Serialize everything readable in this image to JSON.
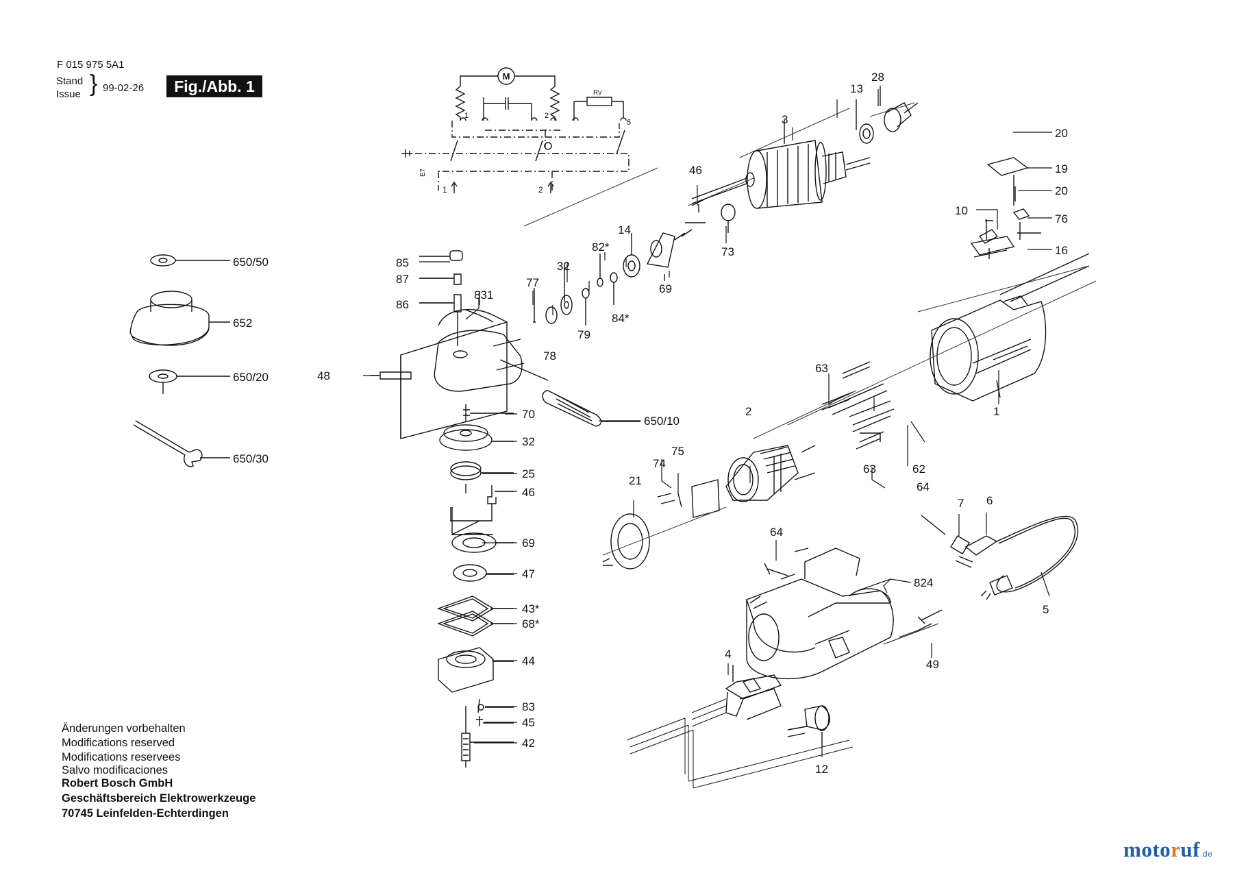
{
  "header": {
    "doc_number": "F 015 975 5A1",
    "stand": "Stand",
    "issue": "Issue",
    "date": "99-02-26",
    "fig": "Fig./Abb. 1"
  },
  "schematic": {
    "motor": "M",
    "resistor": "Rv",
    "terminals": [
      "1",
      "2",
      "5"
    ],
    "supply": [
      "1",
      "2"
    ],
    "ground": "E7"
  },
  "parts": [
    {
      "id": "p650_50",
      "label": "650/50"
    },
    {
      "id": "p652",
      "label": "652"
    },
    {
      "id": "p650_20",
      "label": "650/20"
    },
    {
      "id": "p650_30",
      "label": "650/30"
    },
    {
      "id": "p85",
      "label": "85"
    },
    {
      "id": "p87",
      "label": "87"
    },
    {
      "id": "p86",
      "label": "86"
    },
    {
      "id": "p831",
      "label": "831"
    },
    {
      "id": "p48",
      "label": "48"
    },
    {
      "id": "p70",
      "label": "70"
    },
    {
      "id": "p650_10",
      "label": "650/10"
    },
    {
      "id": "p32a",
      "label": "32"
    },
    {
      "id": "p25",
      "label": "25"
    },
    {
      "id": "p46a",
      "label": "46"
    },
    {
      "id": "p69a",
      "label": "69"
    },
    {
      "id": "p47",
      "label": "47"
    },
    {
      "id": "p43",
      "label": "43*"
    },
    {
      "id": "p68",
      "label": "68*"
    },
    {
      "id": "p44",
      "label": "44"
    },
    {
      "id": "p83",
      "label": "83"
    },
    {
      "id": "p45",
      "label": "45"
    },
    {
      "id": "p42",
      "label": "42"
    },
    {
      "id": "p77",
      "label": "77"
    },
    {
      "id": "p32b",
      "label": "32"
    },
    {
      "id": "p78",
      "label": "78"
    },
    {
      "id": "p79",
      "label": "79"
    },
    {
      "id": "p82",
      "label": "82*"
    },
    {
      "id": "p84",
      "label": "84*"
    },
    {
      "id": "p14",
      "label": "14"
    },
    {
      "id": "p69b",
      "label": "69"
    },
    {
      "id": "p46b",
      "label": "46"
    },
    {
      "id": "p73",
      "label": "73"
    },
    {
      "id": "p3",
      "label": "3"
    },
    {
      "id": "p13",
      "label": "13"
    },
    {
      "id": "p28",
      "label": "28"
    },
    {
      "id": "p20a",
      "label": "20"
    },
    {
      "id": "p19",
      "label": "19"
    },
    {
      "id": "p20b",
      "label": "20"
    },
    {
      "id": "p76",
      "label": "76"
    },
    {
      "id": "p10",
      "label": "10"
    },
    {
      "id": "p16",
      "label": "16"
    },
    {
      "id": "p63a",
      "label": "63"
    },
    {
      "id": "p1",
      "label": "1"
    },
    {
      "id": "p2",
      "label": "2"
    },
    {
      "id": "p63b",
      "label": "63"
    },
    {
      "id": "p62",
      "label": "62"
    },
    {
      "id": "p74",
      "label": "74"
    },
    {
      "id": "p75",
      "label": "75"
    },
    {
      "id": "p21",
      "label": "21"
    },
    {
      "id": "p64a",
      "label": "64"
    },
    {
      "id": "p7",
      "label": "7"
    },
    {
      "id": "p6",
      "label": "6"
    },
    {
      "id": "p5",
      "label": "5"
    },
    {
      "id": "p64b",
      "label": "64"
    },
    {
      "id": "p824",
      "label": "824"
    },
    {
      "id": "p49",
      "label": "49"
    },
    {
      "id": "p4",
      "label": "4"
    },
    {
      "id": "p12",
      "label": "12"
    }
  ],
  "notes": [
    "Änderungen vorbehalten",
    "Modifications reserved",
    "Modifications reservees",
    "Salvo modificaciones"
  ],
  "company": [
    "Robert Bosch GmbH",
    "Geschäftsbereich Elektrowerkzeuge",
    "70745 Leinfelden-Echterdingen"
  ],
  "brand": {
    "main": "moto",
    "o": "r",
    "rest": "uf",
    "tld": ".de"
  }
}
